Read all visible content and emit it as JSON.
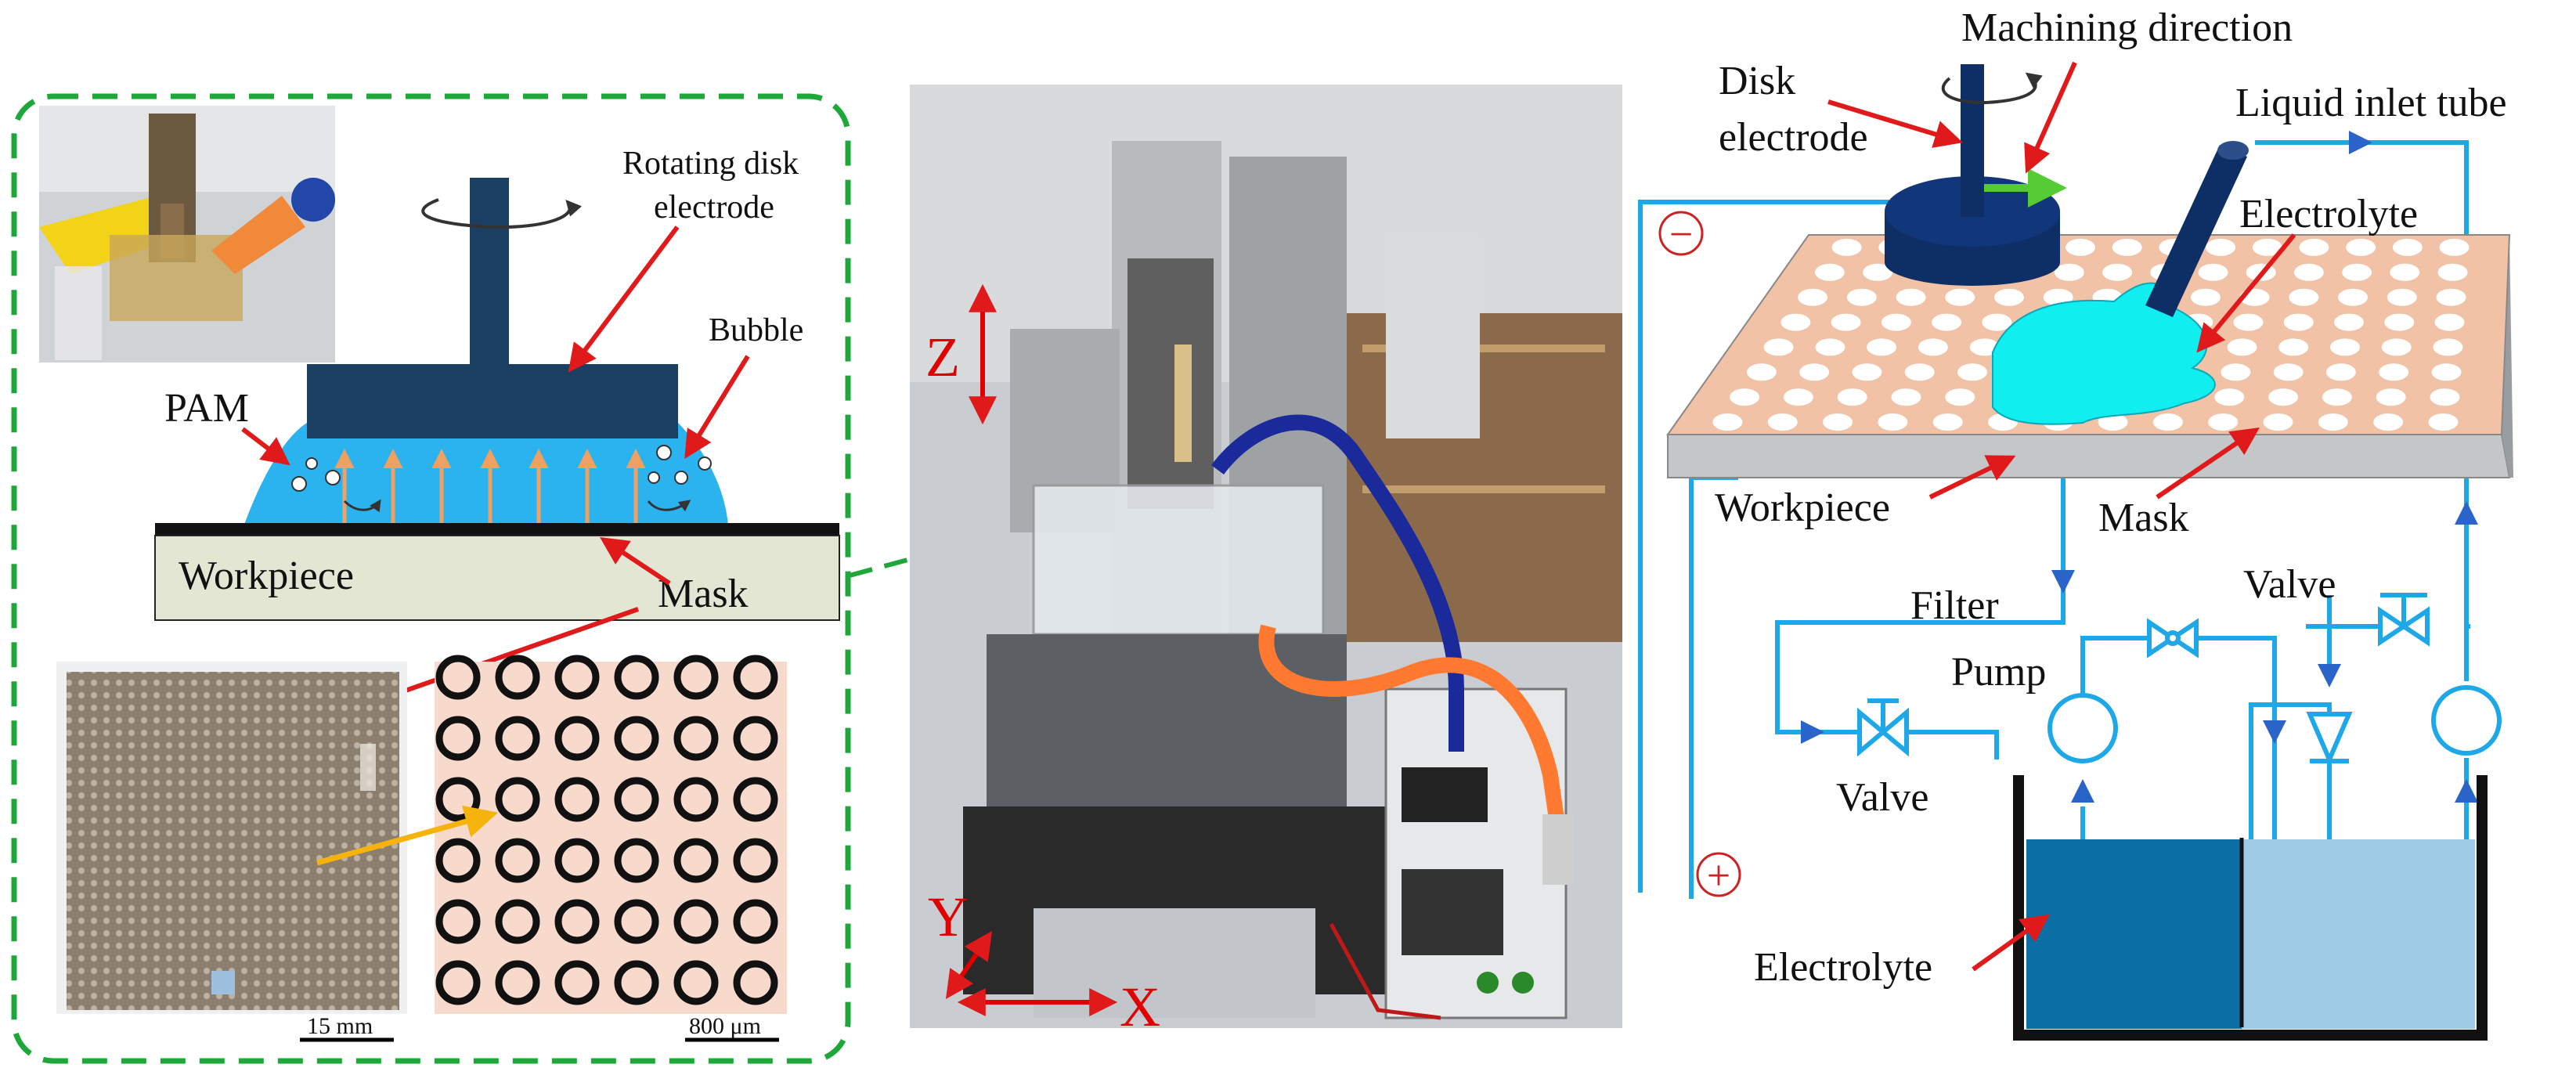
{
  "left_panel": {
    "rotating_disk_electrode": [
      "Rotating disk",
      "electrode"
    ],
    "bubble": "Bubble",
    "pam": "PAM",
    "workpiece": "Workpiece",
    "mask": "Mask",
    "scale_left": "15 mm",
    "scale_right": "800 μm"
  },
  "center_photo": {
    "axis_z": "Z",
    "axis_y": "Y",
    "axis_x": "X"
  },
  "right_schematic": {
    "machining_direction": "Machining direction",
    "disk_electrode": [
      "Disk",
      "electrode"
    ],
    "liquid_inlet_tube": "Liquid inlet tube",
    "electrolyte_top": "Electrolyte",
    "workpiece": "Workpiece",
    "mask": "Mask",
    "filter": "Filter",
    "valve_top": "Valve",
    "pump": "Pump",
    "valve_bottom": "Valve",
    "electrolyte_tank": "Electrolyte",
    "negative_sign": "−",
    "positive_sign": "+"
  },
  "colors": {
    "dashed_frame": "#1fa83a",
    "electrode": "#1b3f63",
    "electrolyte_blue": "#2ab3ef",
    "arrow_red": "#e01a1a",
    "arrow_orange": "#f0a060",
    "pipe": "#1ea8e8",
    "workpiece_top": "#f1c2a6",
    "electrolyte_cyan": "#10eef0",
    "tank_dark": "#0b6ea4",
    "tank_light": "#9fcae5"
  }
}
